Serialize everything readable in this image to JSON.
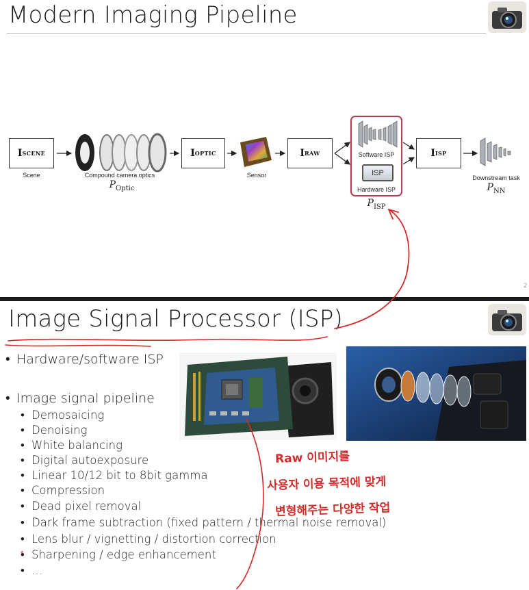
{
  "slide1": {
    "title": "Modern Imaging Pipeline",
    "page_number": "2",
    "nodes": {
      "scene_main": "I",
      "scene_sub": "SCENE",
      "optic_main": "I",
      "optic_sub": "OPTIC",
      "raw_main": "I",
      "raw_sub": "RAW",
      "isp_main": "I",
      "isp_sub": "ISP"
    },
    "captions": {
      "scene": "Scene",
      "optics": "Compound camera optics",
      "sensor": "Sensor",
      "software_isp": "Software ISP",
      "hardware_isp": "Hardware ISP",
      "isp_chip": "ISP",
      "downstream": "Downstream task"
    },
    "math": {
      "p_optic": "P",
      "p_optic_sub": "Optic",
      "p_isp": "P",
      "p_isp_sub": "ISP",
      "p_nn": "P",
      "p_nn_sub": "NN"
    }
  },
  "slide2": {
    "title": "Image Signal Processor (ISP)",
    "bullets": {
      "b1": "Hardware/software ISP",
      "b2": "Image signal pipeline",
      "sub": [
        "Demosaicing",
        "Denoising",
        "White balancing",
        "Digital autoexposure",
        "Linear 10/12 bit to 8bit gamma",
        "Compression",
        "Dead pixel removal",
        "Dark frame subtraction (fixed pattern / thermal noise removal)",
        "Lens blur / vignetting / distortion correction",
        "Sharpening / edge enhancement",
        "..."
      ]
    },
    "annotation": {
      "line1": "Raw 이미지를",
      "line2": "사용자 이용 목적에 맞게",
      "line3": "변형해주는 다양한 작업"
    }
  },
  "colors": {
    "annotation_red": "#d42a2a",
    "isp_frame": "#b63b4f"
  }
}
